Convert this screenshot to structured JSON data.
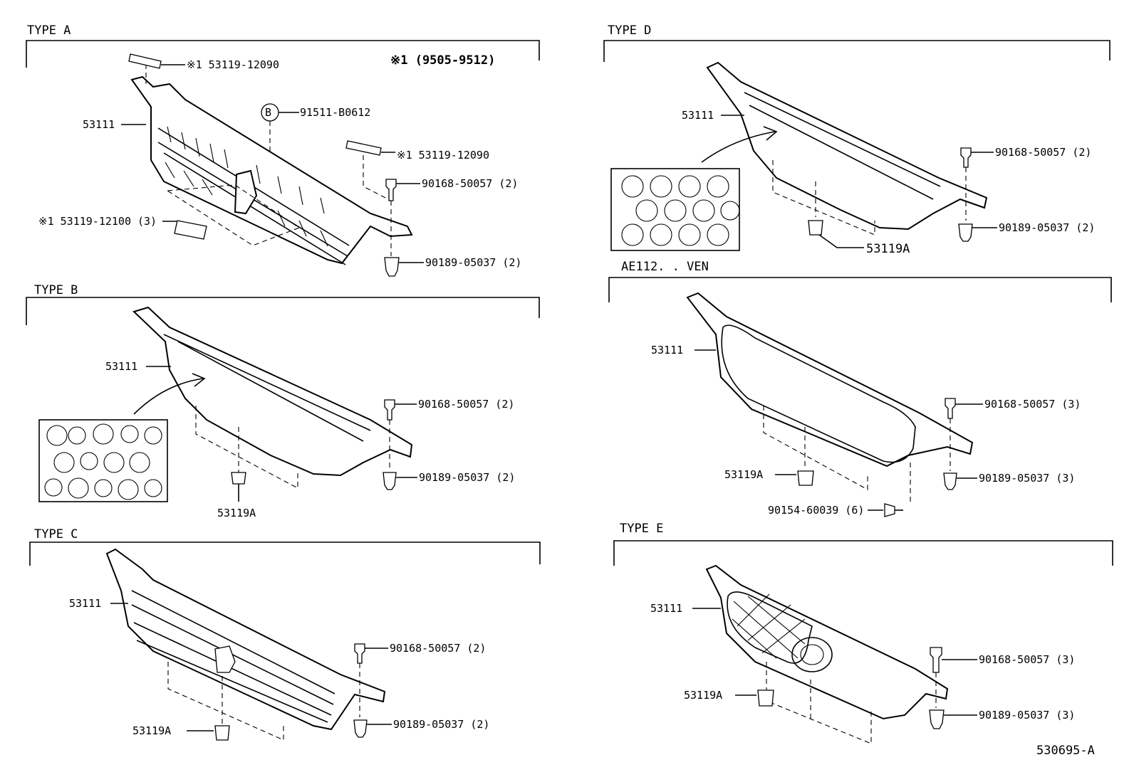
{
  "sections": {
    "type_a": "TYPE A",
    "type_b": "TYPE B",
    "type_c": "TYPE C",
    "type_d": "TYPE D",
    "type_ae": "AE112. . VEN",
    "type_e": "TYPE E"
  },
  "notes": {
    "note1": "※1 (9505-9512)"
  },
  "labels": {
    "a_emblem_top": "※1 53119-12090",
    "a_grille": "53111",
    "a_bolt_b": "91511-B0612",
    "a_b_symbol": "B",
    "a_emblem_right": "※1 53119-12090",
    "a_screw": "90168-50057 (2)",
    "a_emblem_left": "※1 53119-12100 (3)",
    "a_nut": "90189-05037 (2)",
    "b_grille": "53111",
    "b_screw": "90168-50057 (2)",
    "b_nut": "90189-05037 (2)",
    "b_clip": "53119A",
    "c_grille": "53111",
    "c_screw": "90168-50057 (2)",
    "c_nut": "90189-05037 (2)",
    "c_clip": "53119A",
    "d_grille": "53111",
    "d_screw": "90168-50057 (2)",
    "d_nut": "90189-05037 (2)",
    "d_clip": "53119A",
    "ae_grille": "53111",
    "ae_screw": "90168-50057 (3)",
    "ae_clip": "53119A",
    "ae_nut": "90189-05037 (3)",
    "ae_bolt": "90154-60039 (6)",
    "e_grille": "53111",
    "e_screw": "90168-50057 (3)",
    "e_clip": "53119A",
    "e_nut": "90189-05037 (3)"
  },
  "figure_id": "530695-A"
}
